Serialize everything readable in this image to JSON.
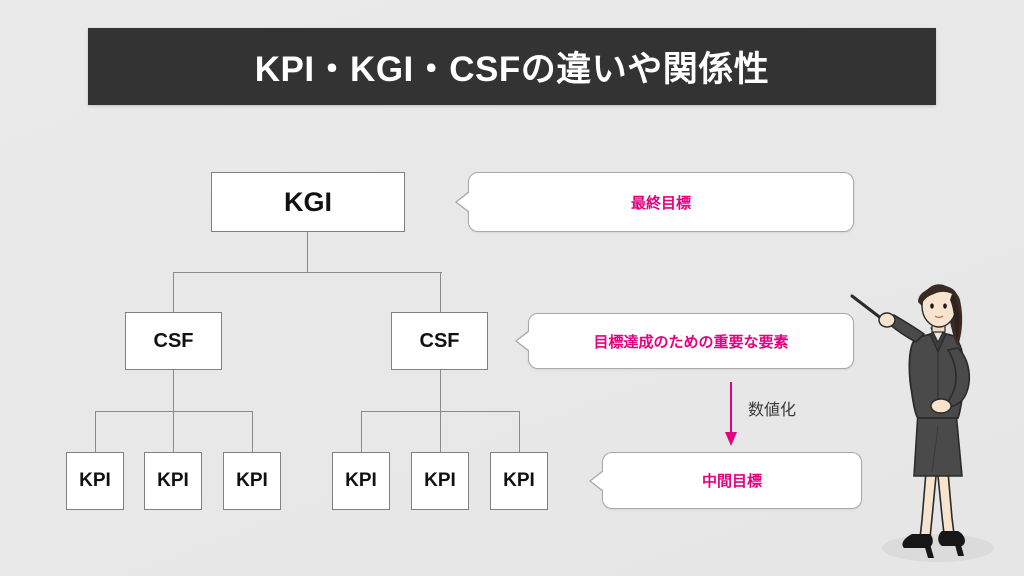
{
  "slide": {
    "background_color": "#e8e8e8",
    "title_bar_color": "#333333",
    "accent_color": "#e4007f",
    "title": "KPI・KGI・CSFの違いや関係性"
  },
  "tree": {
    "kgi": {
      "label": "KGI"
    },
    "csf": [
      {
        "label": "CSF"
      },
      {
        "label": "CSF"
      }
    ],
    "kpi_left": [
      {
        "label": "KPI"
      },
      {
        "label": "KPI"
      },
      {
        "label": "KPI"
      }
    ],
    "kpi_right": [
      {
        "label": "KPI"
      },
      {
        "label": "KPI"
      },
      {
        "label": "KPI"
      }
    ]
  },
  "callouts": [
    {
      "text": "最終目標",
      "target": "KGI"
    },
    {
      "text": "目標達成のための重要な要素",
      "target": "CSF"
    },
    {
      "text": "中間目標",
      "target": "KPI"
    }
  ],
  "annotation": {
    "arrow_label": "数値化",
    "arrow_color": "#e4007f"
  },
  "illustration": {
    "name": "businesswoman-with-pointer",
    "suit_color": "#4a4a4a",
    "hair_color": "#3a2a22",
    "skin_color": "#f7e4ce"
  }
}
